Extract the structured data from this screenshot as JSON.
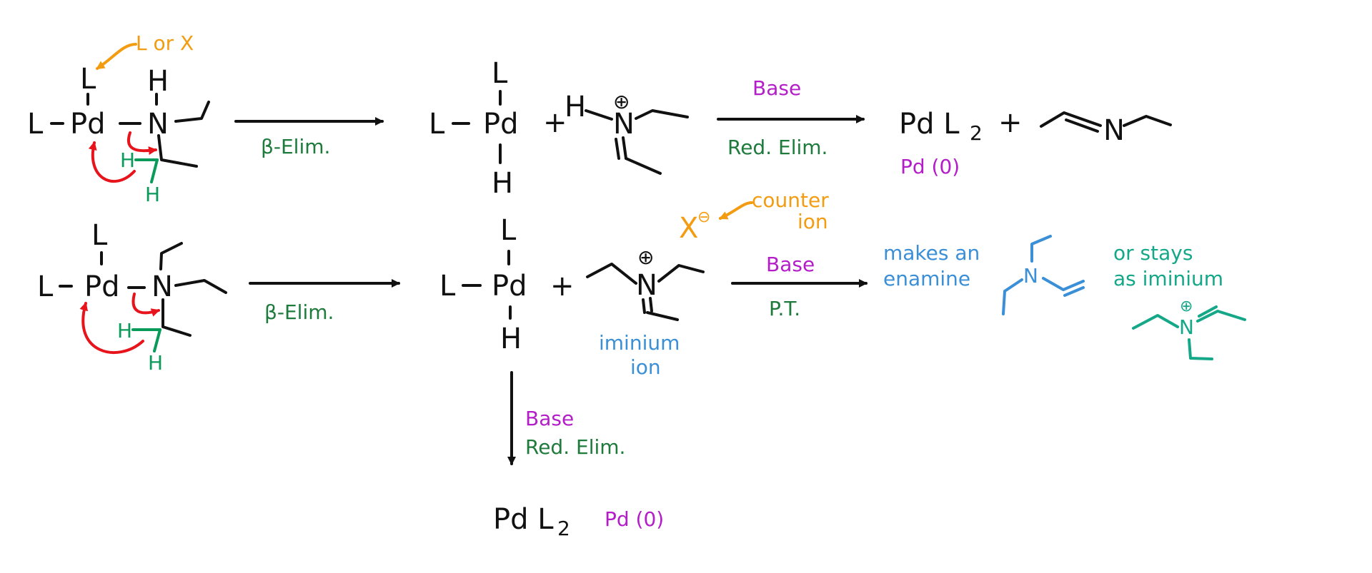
{
  "colors": {
    "black": "#111111",
    "red_arrow": "#e8141c",
    "green_label": "#1e7b3c",
    "green_h": "#0a9a5a",
    "purple": "#b41ec8",
    "orange": "#f39c12",
    "blue": "#3a8fd6",
    "teal": "#14a888"
  },
  "atoms": {
    "L": "L",
    "Pd": "Pd",
    "N": "N",
    "H": "H",
    "plus": "+",
    "dash": "–",
    "charge": "⊕",
    "x_minus": "X",
    "minus_circle": "⊖"
  },
  "row1": {
    "annot_l_or_x": "L or X",
    "step1_label": "β-Elim.",
    "step2_top": "Base",
    "step2_bottom": "Red. Elim.",
    "product_pd": "Pd L",
    "product_sub": "2",
    "pd0": "Pd (0)"
  },
  "row2": {
    "counter_ion": "counter",
    "counter_ion2": "ion",
    "step1_label": "β-Elim.",
    "iminium_label1": "iminium",
    "iminium_label2": "ion",
    "step2_top": "Base",
    "step2_bottom": "P.T.",
    "enamine_label1": "makes an",
    "enamine_label2": "enamine",
    "stays_label1": "or stays",
    "stays_label2": "as iminium"
  },
  "row3": {
    "step_top": "Base",
    "step_bottom": "Red. Elim.",
    "product_pd": "Pd L",
    "product_sub": "2",
    "pd0": "Pd (0)"
  }
}
